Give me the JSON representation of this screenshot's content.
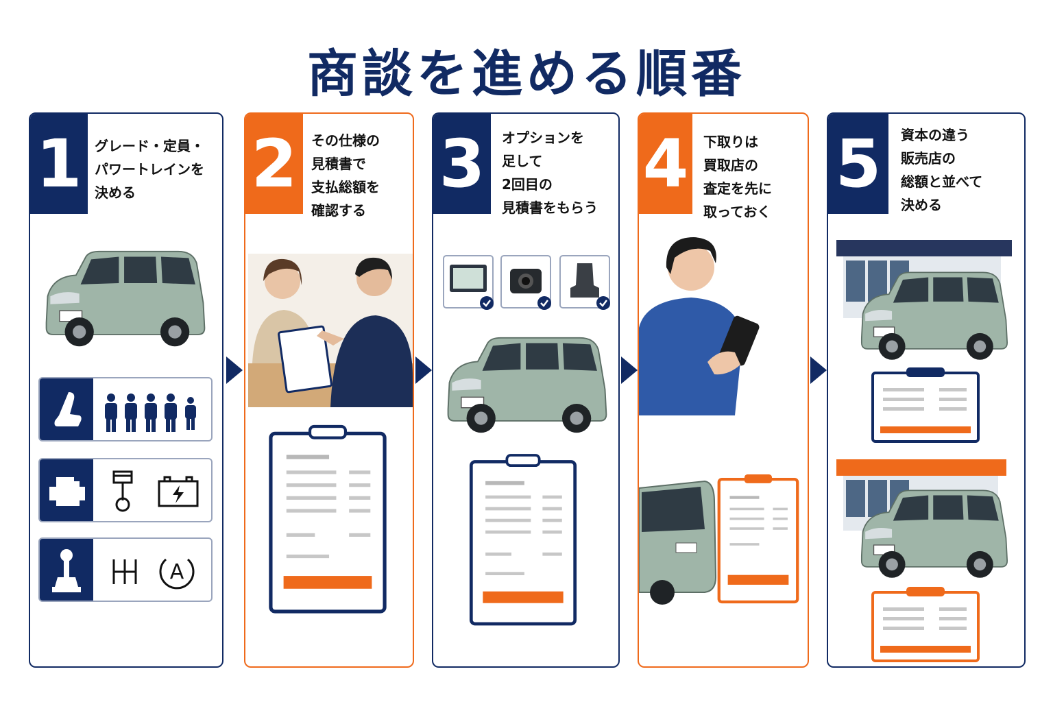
{
  "title": "商談を進める順番",
  "steps": [
    {
      "number": "1",
      "lines": [
        "グレード・定員・",
        "パワートレインを",
        "決める"
      ]
    },
    {
      "number": "2",
      "lines": [
        "その仕様の",
        "見積書で",
        "支払総額を",
        "確認する"
      ]
    },
    {
      "number": "3",
      "lines": [
        "オプションを",
        "足して",
        "2回目の",
        "見積書をもらう"
      ]
    },
    {
      "number": "4",
      "lines": [
        "下取りは",
        "買取店の",
        "査定を先に",
        "取っておく"
      ]
    },
    {
      "number": "5",
      "lines": [
        "資本の違う",
        "販売店の",
        "総額と並べて",
        "決める"
      ]
    }
  ],
  "step1_icon_rows": [
    {
      "square_icon": "seat-icon",
      "items": [
        "person-icon",
        "person-icon",
        "person-icon",
        "person-icon",
        "person-icon"
      ]
    },
    {
      "square_icon": "engine-icon",
      "items": [
        "piston-icon",
        "battery-icon"
      ]
    },
    {
      "square_icon": "gear-shift-icon",
      "items": [
        "manual-gear-icon",
        "automatic-icon"
      ]
    }
  ],
  "step1_auto_label": "A",
  "step3_options": [
    "navigation-icon",
    "dashcam-icon",
    "seat-cover-icon"
  ],
  "colors": {
    "navy": "#112a63",
    "orange": "#ef6a1b",
    "car": "#9fb5a8"
  }
}
